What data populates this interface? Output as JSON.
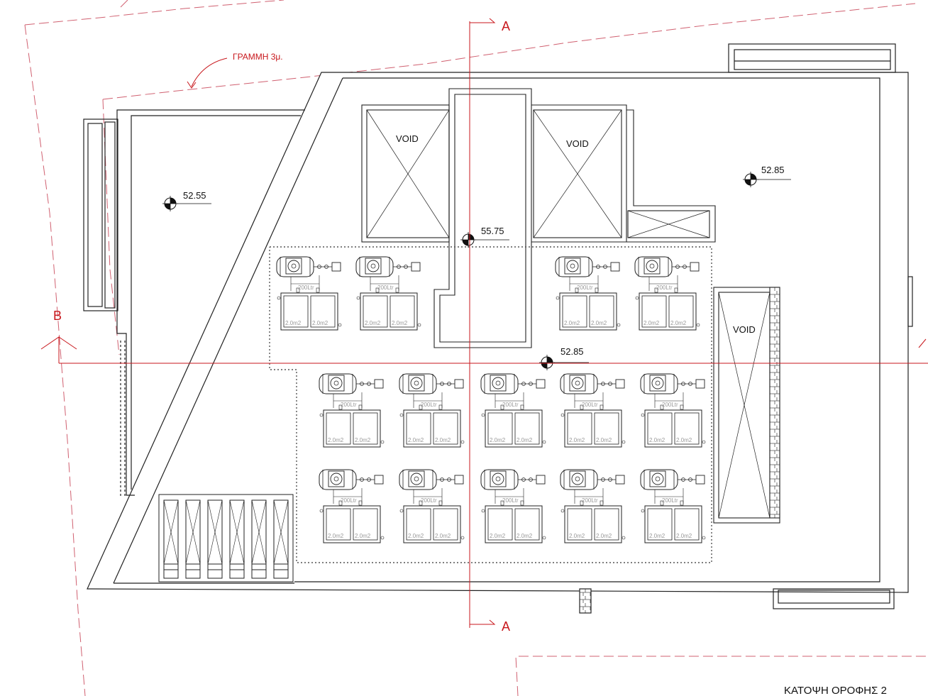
{
  "drawing": {
    "title": "ΚΑΤΟΨΗ ΟΡΟΦΗΣ 2",
    "offset_line_label": "ΓΡΑΜΜΗ 3μ.",
    "section_a": "A",
    "section_b": "B"
  },
  "voids": [
    {
      "label": "VOID"
    },
    {
      "label": "VOID"
    },
    {
      "label": "VOID"
    }
  ],
  "levels": [
    {
      "value": "52.55"
    },
    {
      "value": "55.75"
    },
    {
      "value": "52.85"
    },
    {
      "value": "52.85"
    }
  ],
  "solar_unit": {
    "tank_label": "200Ltr",
    "panel_label": "2.0m2",
    "count": 14
  },
  "colors": {
    "line": "#222222",
    "section": "#c8171c",
    "dashed_boundary": "#d06070",
    "dotted_zone": "#555555",
    "light_text": "#999999"
  }
}
